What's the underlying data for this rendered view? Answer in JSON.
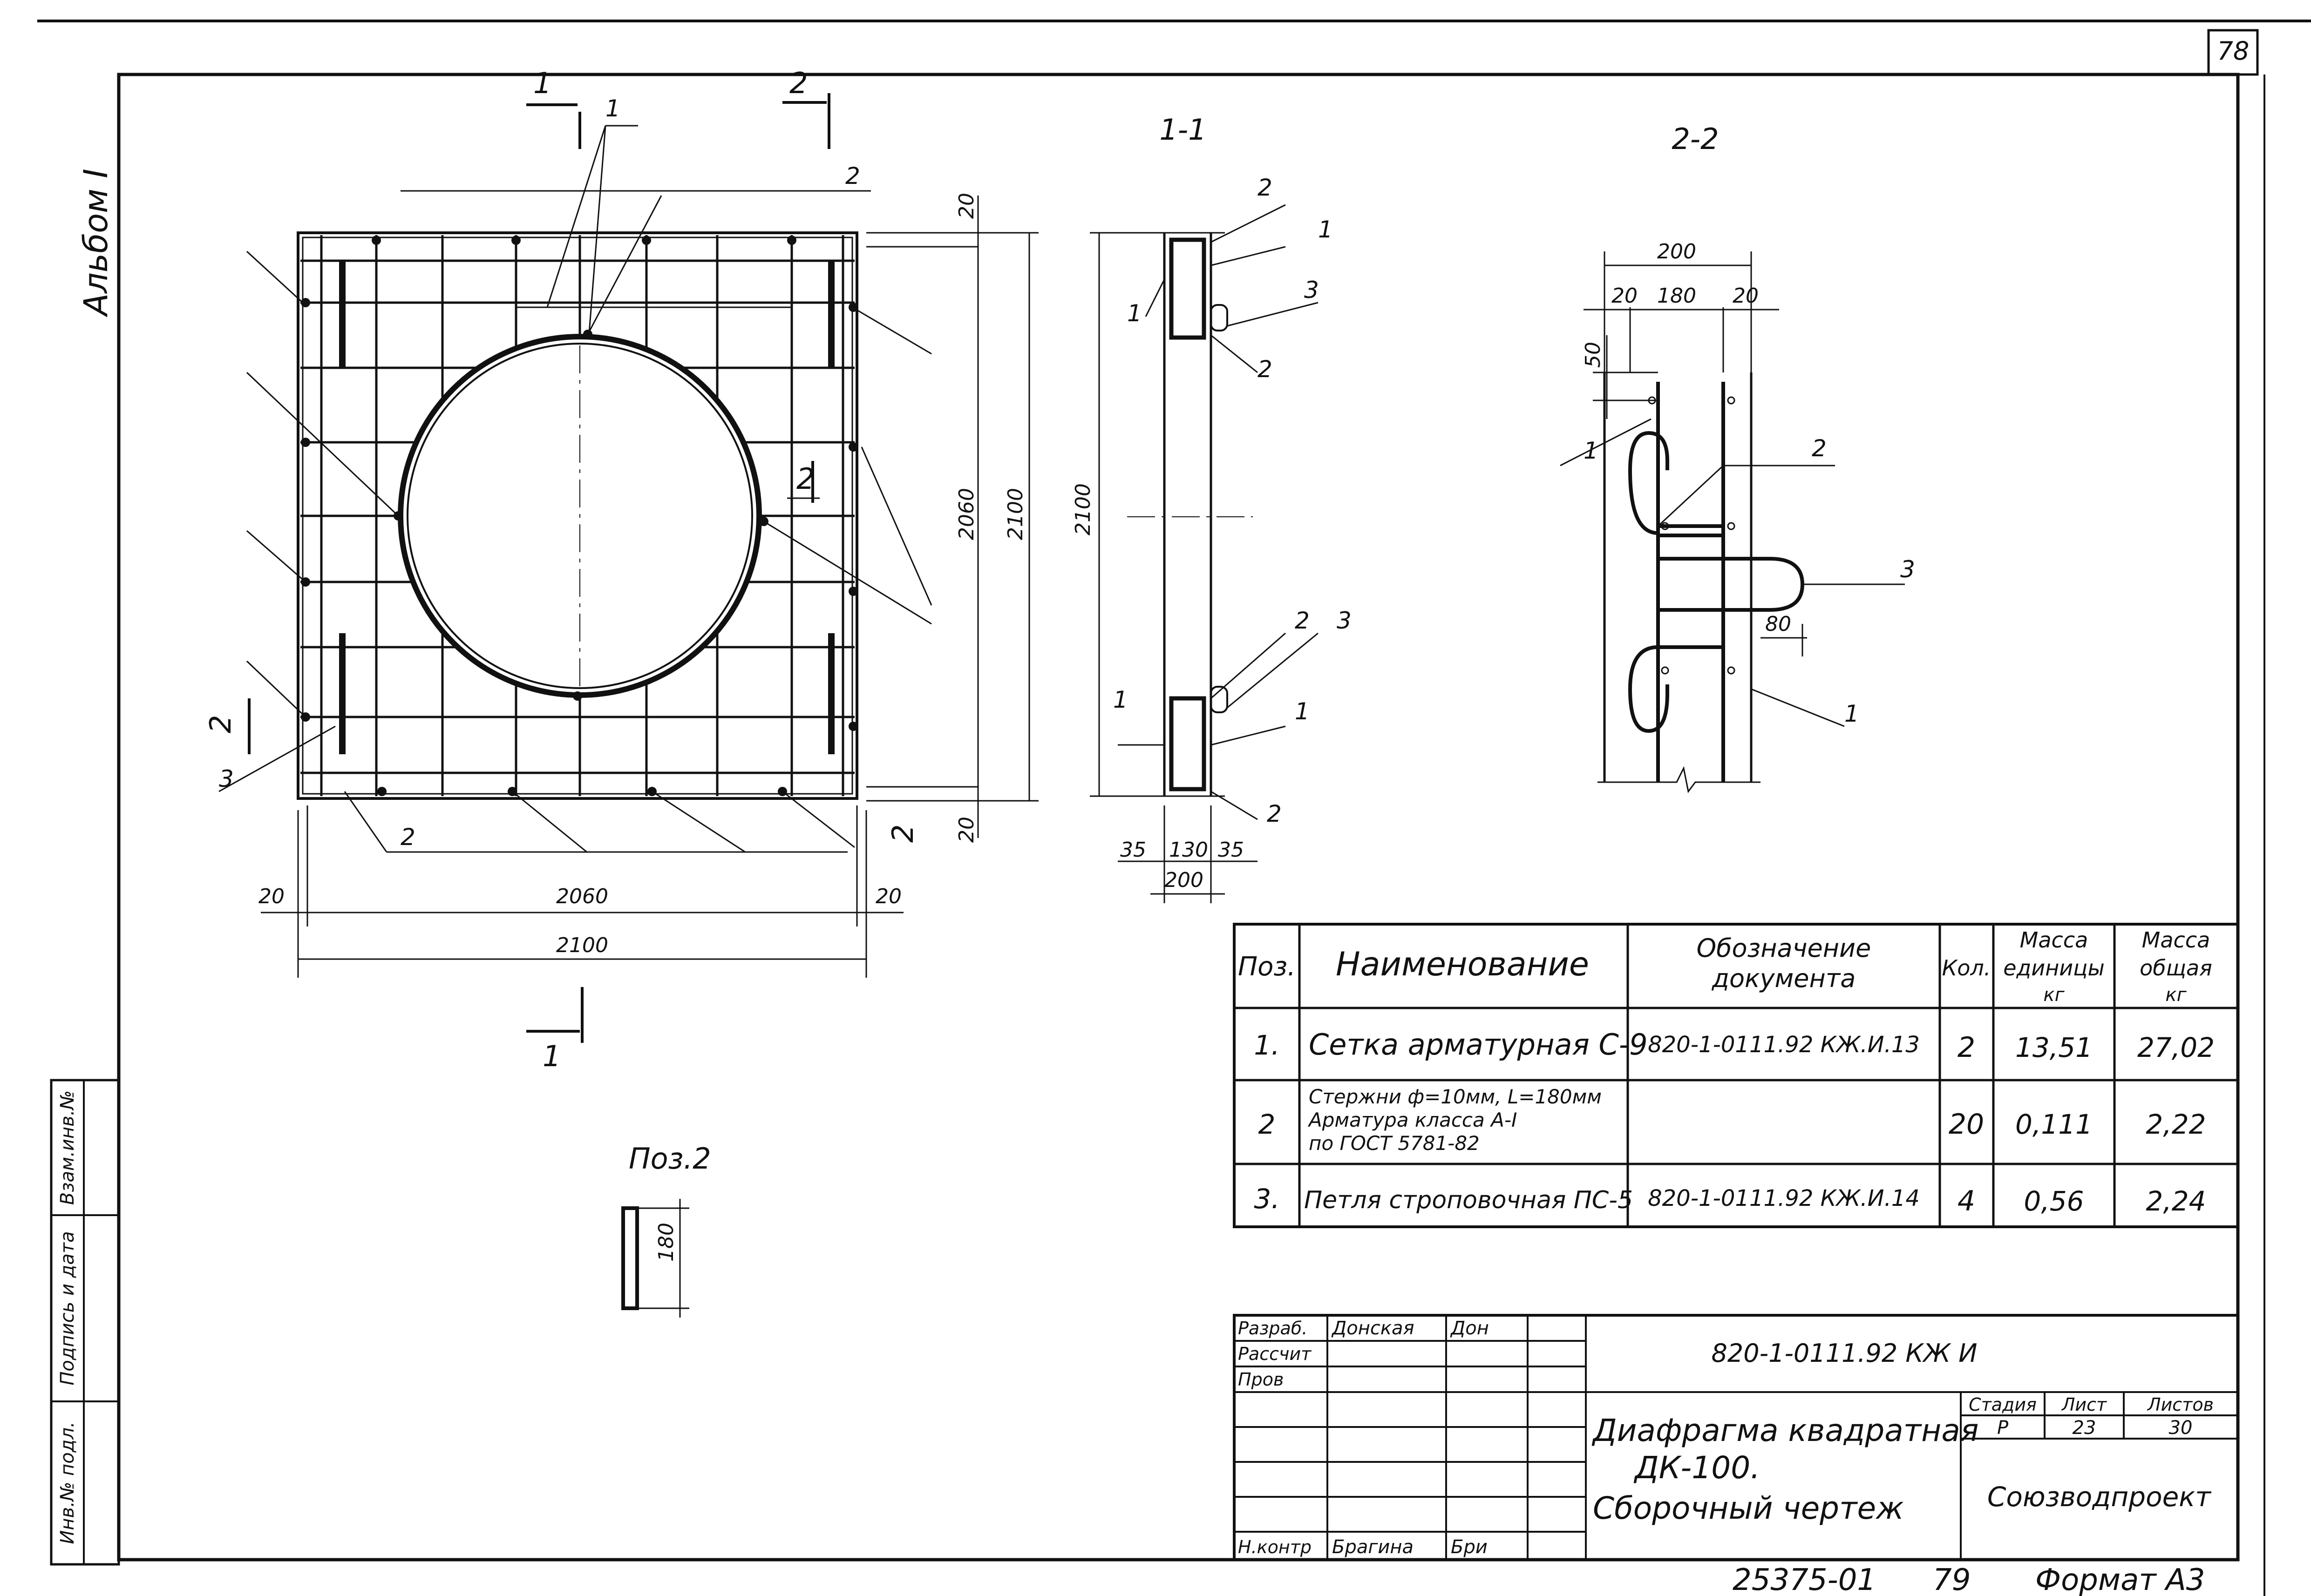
{
  "page_number": "78",
  "album_label": "Альбом I",
  "side_stamp": {
    "field1": "Взам.инв.№",
    "field2": "Подпись и дата",
    "field3": "Инв.№ подл."
  },
  "plan": {
    "section_1_label": "1",
    "section_2_label": "2",
    "callout_1": "1",
    "callout_2": "2",
    "callout_3": "3",
    "dim_20_right_top": "20",
    "dim_20_right_bottom": "20",
    "dim_2060_vert": "2060",
    "dim_2100_vert": "2100",
    "dim_20_left": "20",
    "dim_2060_horiz": "2060",
    "dim_20_right": "20",
    "dim_2100_horiz": "2100"
  },
  "section_1_1": {
    "title": "1-1",
    "callout_1": "1",
    "callout_2": "2",
    "callout_3": "3",
    "dim_2100": "2100",
    "dim_35_left": "35",
    "dim_130": "130",
    "dim_35_right": "35",
    "dim_200": "200"
  },
  "section_2_2": {
    "title": "2-2",
    "dim_200": "200",
    "dim_20_left": "20",
    "dim_180": "180",
    "dim_20_right": "20",
    "dim_50": "50",
    "dim_80": "80",
    "callout_1": "1",
    "callout_2": "2",
    "callout_3": "3"
  },
  "pos2": {
    "title": "Поз.2",
    "dim": "180"
  },
  "spec_table": {
    "headers": {
      "pos": "Поз.",
      "name": "Наименование",
      "doc_line1": "Обозначение",
      "doc_line2": "документа",
      "qty": "Кол.",
      "unit_mass_line1": "Масса",
      "unit_mass_line2": "единицы",
      "unit_mass_line3": "кг",
      "total_mass_line1": "Масса",
      "total_mass_line2": "общая",
      "total_mass_line3": "кг"
    },
    "rows": [
      {
        "pos": "1.",
        "name": "Сетка арматурная С-9",
        "name_line2": "",
        "name_line3": "",
        "doc": "820-1-0111.92 КЖ.И.13",
        "qty": "2",
        "unit": "13,51",
        "total": "27,02"
      },
      {
        "pos": "2",
        "name": "Стержни ф=10мм, L=180мм",
        "name_line2": "Арматура класса А-I",
        "name_line3": "по ГОСТ 5781-82",
        "doc": "",
        "qty": "20",
        "unit": "0,111",
        "total": "2,22"
      },
      {
        "pos": "3.",
        "name": "Петля строповочная ПС-5",
        "name_line2": "",
        "name_line3": "",
        "doc": "820-1-0111.92 КЖ.И.14",
        "qty": "4",
        "unit": "0,56",
        "total": "2,24"
      }
    ]
  },
  "title_block": {
    "roles": [
      "Разраб.",
      "Рассчит",
      "Пров",
      "",
      "",
      "",
      "Н.контр"
    ],
    "names": [
      "Донская",
      "",
      "",
      "",
      "",
      "",
      "Брагина"
    ],
    "signatures": [
      "Дон",
      "",
      "",
      "",
      "",
      "",
      "Бри"
    ],
    "doc_code": "820-1-0111.92   КЖ И",
    "title_line1": "Диафрагма квадратная",
    "title_line2": "ДК-100.",
    "title_line3": "Сборочный    чертеж",
    "stage_label": "Стадия",
    "sheet_label": "Лист",
    "sheets_label": "Листов",
    "stage": "Р",
    "sheet": "23",
    "sheets": "30",
    "organization": "Союзводпроект"
  },
  "footer": {
    "inventory": "25375-01",
    "number": "79",
    "format": "Формат А3"
  }
}
